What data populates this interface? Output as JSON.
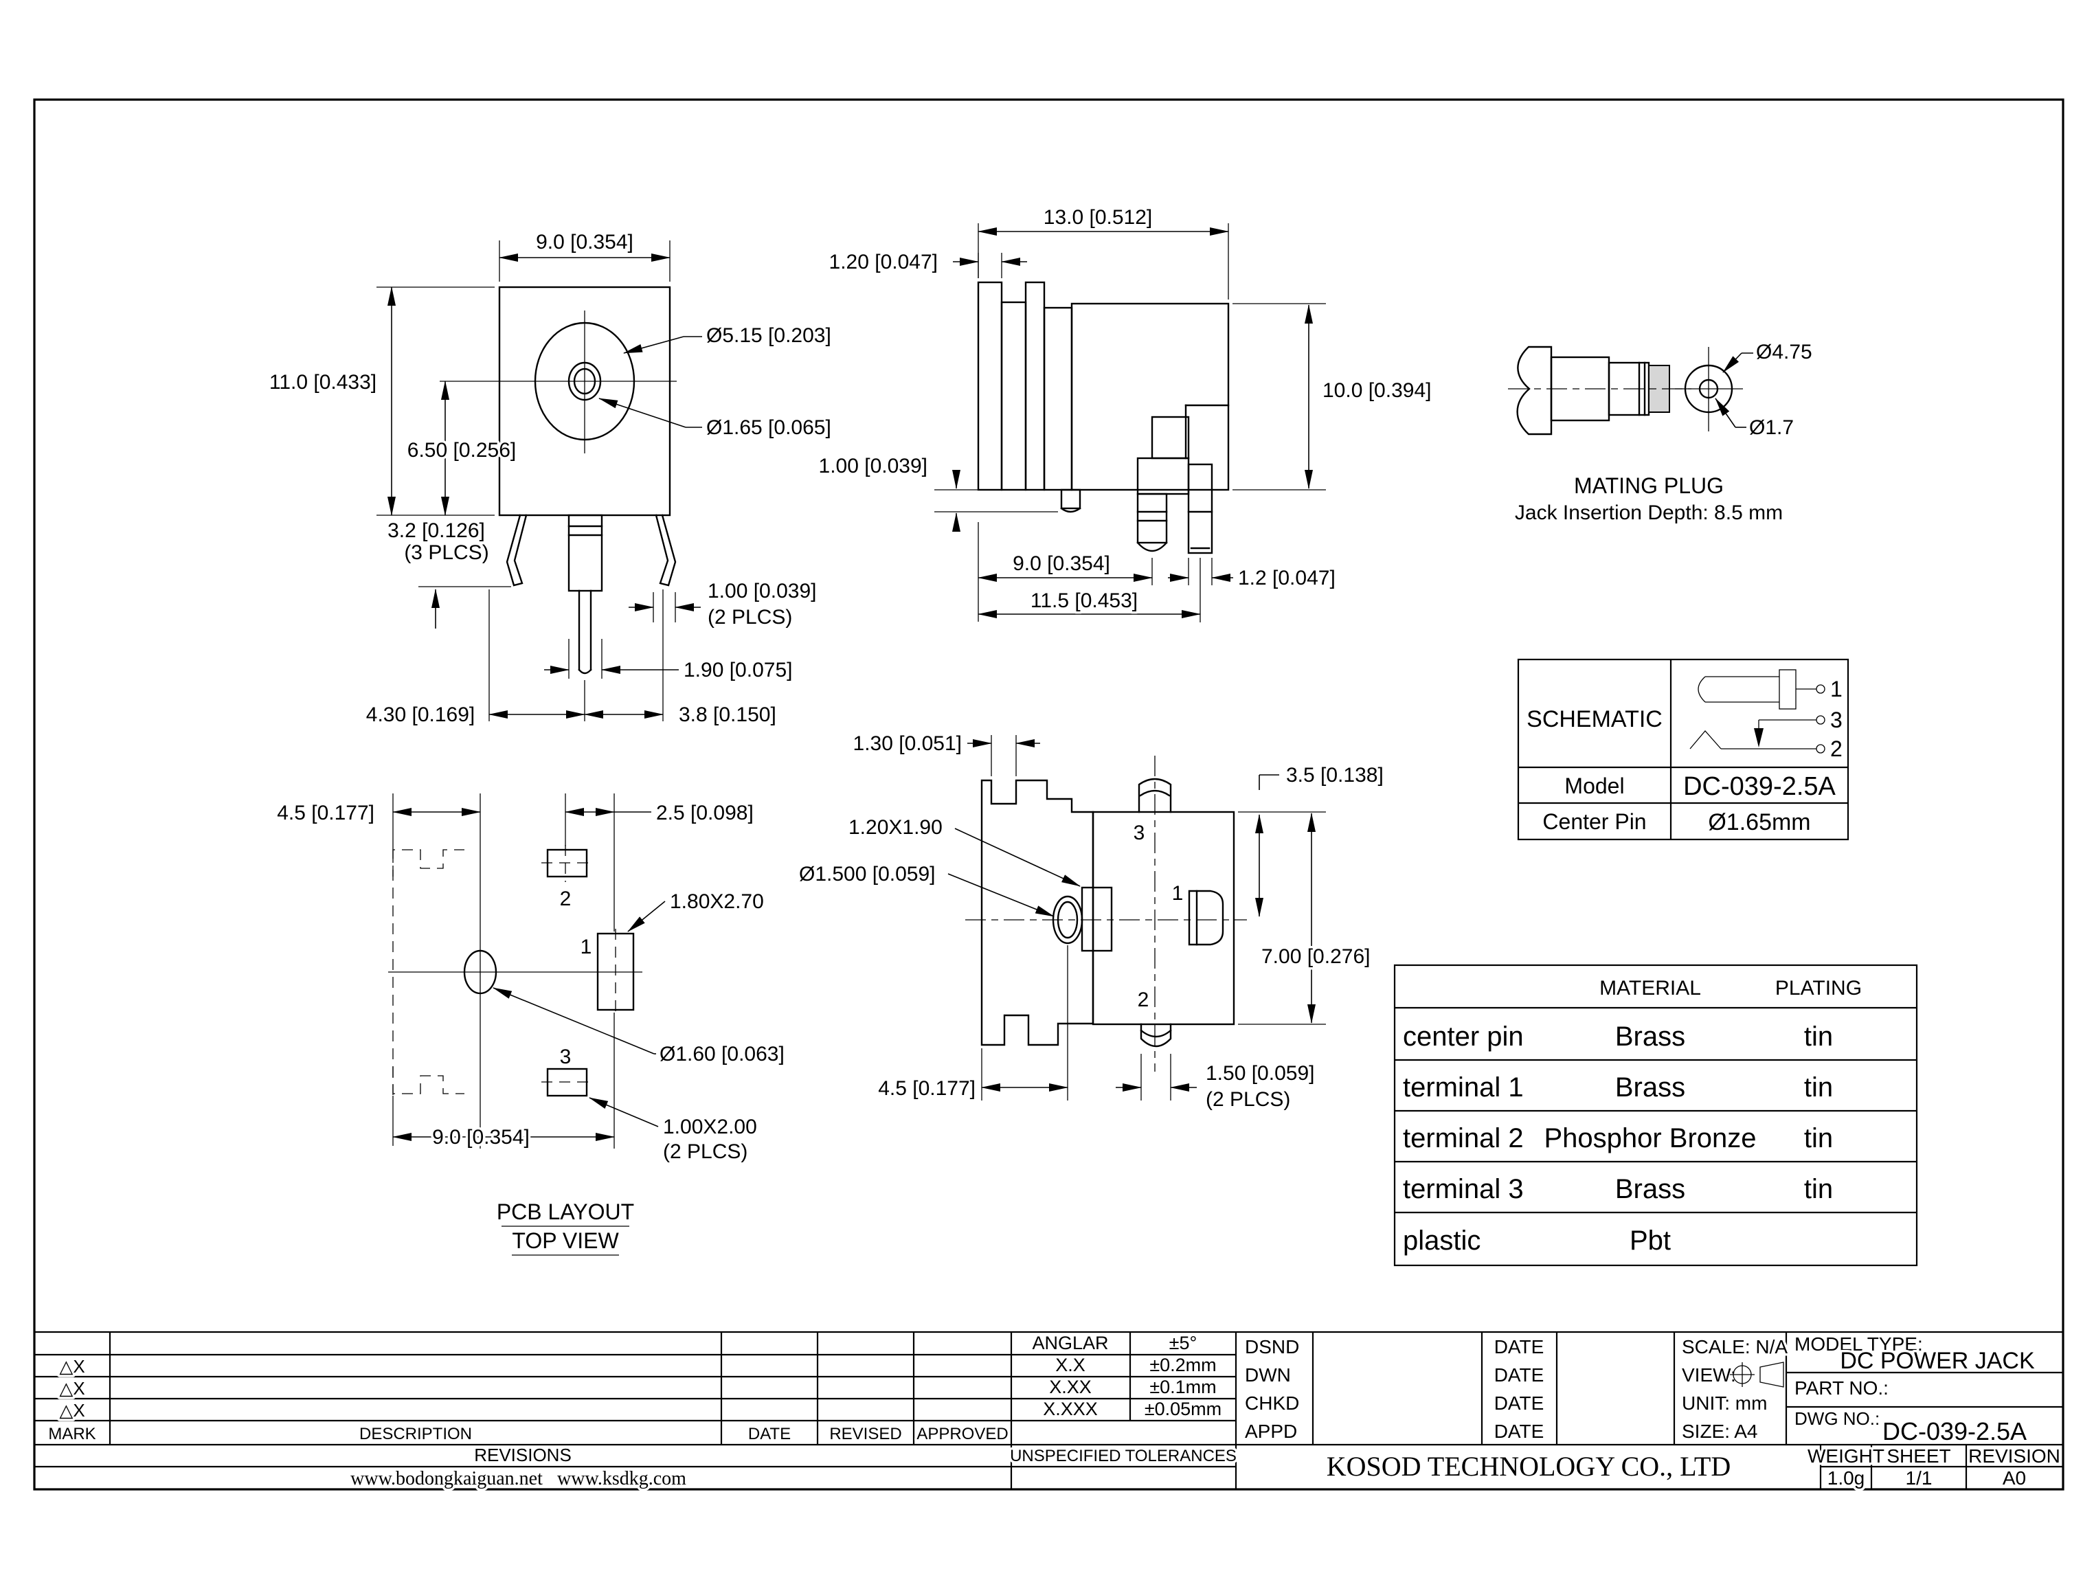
{
  "views": {
    "front": {
      "dim_width": "9.0 [0.354]",
      "dim_height": "11.0 [0.433]",
      "dim_center": "6.50 [0.256]",
      "dia_outer": "Ø5.15 [0.203]",
      "dia_pin": "Ø1.65 [0.065]",
      "dim_clip_h": "3.2 [0.126]",
      "dim_clip_h_note": "(3 PLCS)",
      "dim_clip_t": "1.00 [0.039]",
      "dim_clip_t_note": "(2 PLCS)",
      "dim_pin_w": "1.90 [0.075]",
      "dim_left": "4.30 [0.169]",
      "dim_right": "3.8 [0.150]"
    },
    "side": {
      "dim_depth": "13.0 [0.512]",
      "dim_flange_t": "1.20 [0.047]",
      "dim_height": "10.0 [0.394]",
      "dim_standoff": "1.00 [0.039]",
      "dim_pin_pos": "9.0 [0.354]",
      "dim_sq_pin": "1.2 [0.047]",
      "dim_overall": "11.5 [0.453]"
    },
    "plug": {
      "dia_body": "Ø4.75",
      "dia_pin": "Ø1.7",
      "title": "MATING PLUG",
      "note": "Jack Insertion Depth: 8.5 mm"
    },
    "pcb": {
      "dim_left": "4.5 [0.177]",
      "dim_pitch": "2.5 [0.098]",
      "pad1_size": "1.80X2.70",
      "hole": "Ø1.60 [0.063]",
      "dim_width": "9.0 [0.354]",
      "pad_size": "1.00X2.00",
      "pad_note": "(2 PLCS)",
      "pad1": "1",
      "pad2": "2",
      "pad3": "3",
      "title": "PCB LAYOUT",
      "subtitle": "TOP VIEW"
    },
    "bottom": {
      "dim_notch": "1.30 [0.051]",
      "pad_size": "1.20X1.90",
      "hole": "Ø1.500 [0.059]",
      "dim_t3": "3.5 [0.138]",
      "dim_height": "7.00 [0.276]",
      "dim_left": "4.5 [0.177]",
      "dim_t2": "1.50 [0.059]",
      "dim_t2_note": "(2 PLCS)",
      "t1": "1",
      "t2": "2",
      "t3": "3"
    }
  },
  "schematic": {
    "title": "SCHEMATIC",
    "model_label": "Model",
    "model": "DC-039-2.5A",
    "center_pin_label": "Center Pin",
    "center_pin": "Ø1.65mm",
    "pin1": "1",
    "pin2": "2",
    "pin3": "3"
  },
  "materials": {
    "col_material": "MATERIAL",
    "col_plating": "PLATING",
    "rows": [
      {
        "part": "center pin",
        "material": "Brass",
        "plating": "tin"
      },
      {
        "part": "terminal 1",
        "material": "Brass",
        "plating": "tin"
      },
      {
        "part": "terminal 2",
        "material": "Phosphor Bronze",
        "plating": "tin"
      },
      {
        "part": "terminal 3",
        "material": "Brass",
        "plating": "tin"
      },
      {
        "part": "plastic",
        "material": "Pbt",
        "plating": ""
      }
    ]
  },
  "revisions": {
    "mark": "MARK",
    "description": "DESCRIPTION",
    "date": "DATE",
    "revised": "REVISED",
    "approved": "APPROVED",
    "title": "REVISIONS",
    "site1": "www.bodongkaiguan.net",
    "site2": "www.ksdkg.com",
    "marks": [
      "△X",
      "△X",
      "△X"
    ]
  },
  "tolerances": {
    "title": "UNSPECIFIED TOLERANCES",
    "rows": [
      {
        "label": "ANGLAR",
        "value": "±5°"
      },
      {
        "label": "X.X",
        "value": "±0.2mm"
      },
      {
        "label": "X.XX",
        "value": "±0.1mm"
      },
      {
        "label": "X.XXX",
        "value": "±0.05mm"
      }
    ]
  },
  "title_block": {
    "dsnd": "DSND",
    "dwn": "DWN",
    "chkd": "CHKD",
    "appd": "APPD",
    "date": "DATE",
    "scale": "SCALE: N/A",
    "view": "VIEW:",
    "unit": "UNIT: mm",
    "size": "SIZE: A4",
    "model_type_label": "MODEL TYPE:",
    "model_type": "DC POWER JACK",
    "part_no_label": "PART NO.:",
    "dwg_no_label": "DWG NO.:",
    "dwg_no": "DC-039-2.5A",
    "company": "KOSOD TECHNOLOGY CO., LTD",
    "weight_label": "WEIGHT",
    "weight": "1.0g",
    "sheet_label": "SHEET",
    "sheet": "1/1",
    "revision_label": "REVISION",
    "revision": "A0"
  }
}
